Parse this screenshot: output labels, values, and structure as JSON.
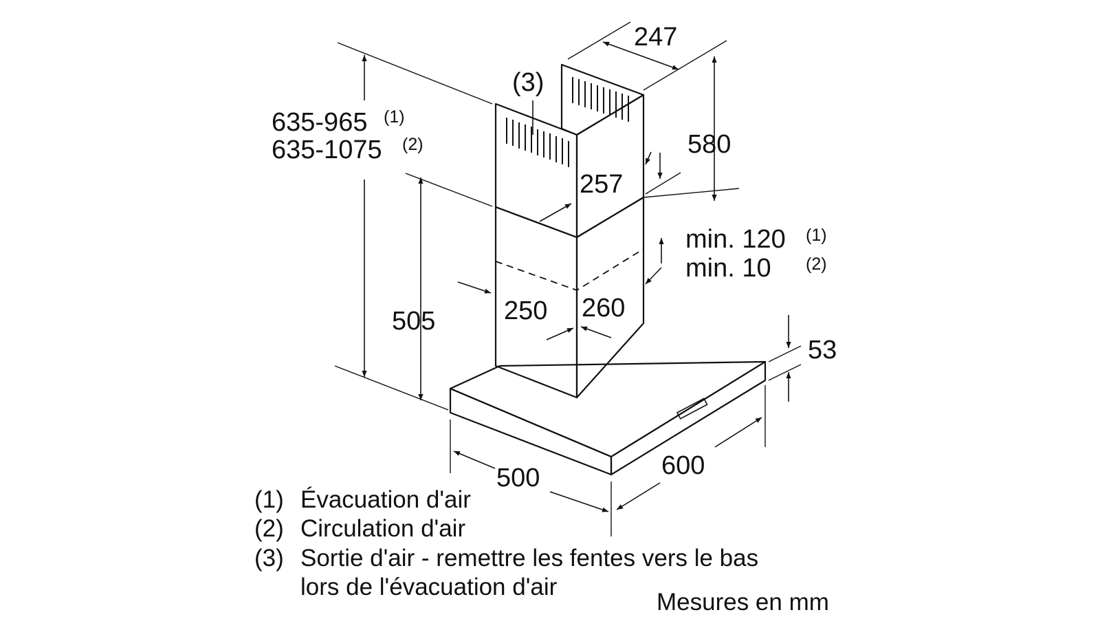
{
  "dimensions": {
    "chimney_depth_top": "247",
    "chimney_upper_height": "580",
    "height_range_evacuation": "635-965",
    "height_range_circulation": "635-1075",
    "upper_chimney_width": "257",
    "lower_chimney_width": "250",
    "lower_chimney_depth": "260",
    "lower_chimney_height": "505",
    "min_gap_evacuation": "min. 120",
    "min_gap_circulation": "min. 10",
    "canopy_thickness": "53",
    "canopy_depth": "500",
    "canopy_width": "600"
  },
  "markers": {
    "evacuation": "(1)",
    "circulation": "(2)",
    "air_outlet": "(3)"
  },
  "legend": [
    {
      "marker": "(1)",
      "text": "Évacuation d'air"
    },
    {
      "marker": "(2)",
      "text": "Circulation d'air"
    },
    {
      "marker": "(3)",
      "text": "Sortie d'air - remettre les fentes vers le bas"
    },
    {
      "marker": "",
      "text": "lors de l'évacuation d'air"
    }
  ],
  "units_note": "Mesures en mm"
}
